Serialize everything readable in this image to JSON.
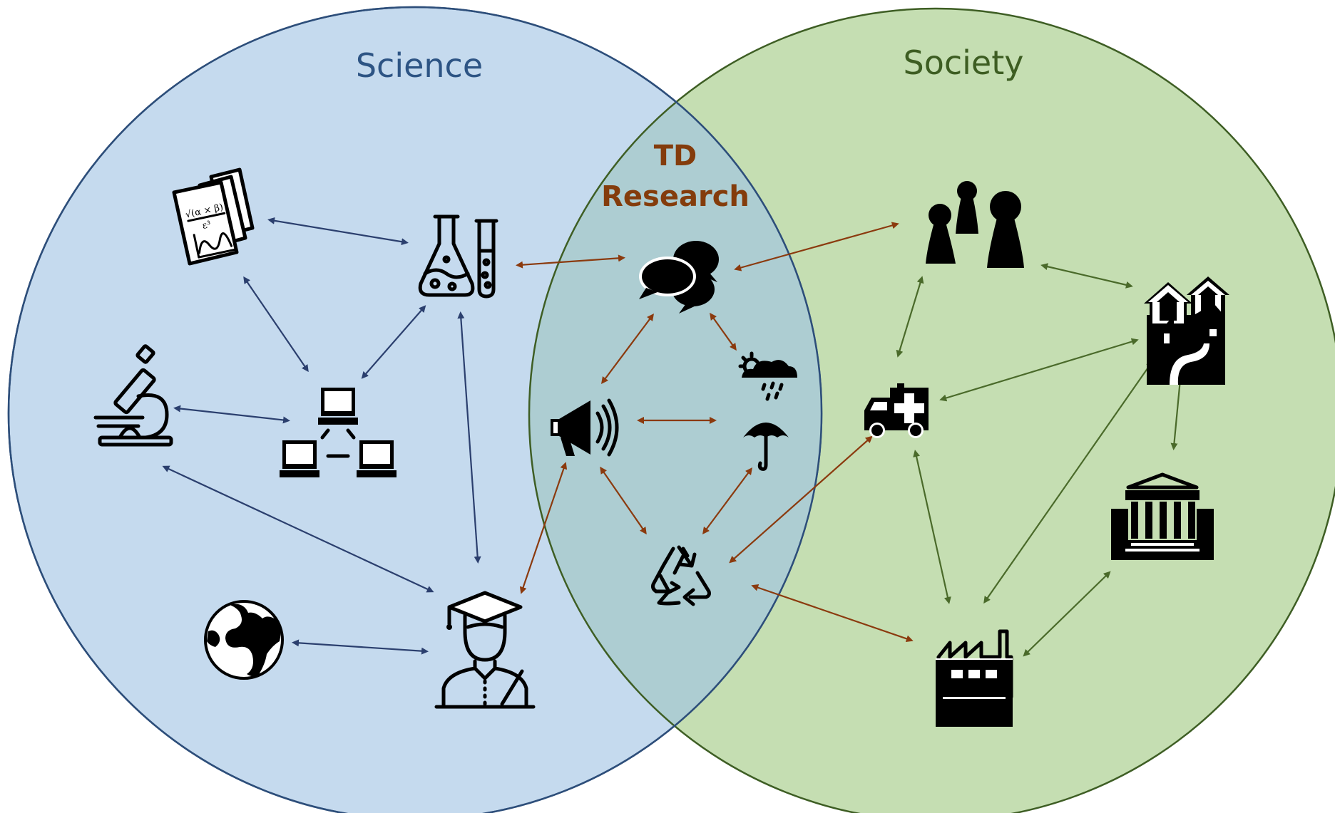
{
  "labels": {
    "science": "Science",
    "society": "Society",
    "td_line1": "TD",
    "td_line2": "Research"
  },
  "colors": {
    "science_fill": "#c5daee",
    "science_stroke": "#2d4e7a",
    "society_fill": "#c5deb2",
    "society_stroke": "#3e5e24",
    "overlap_fill": "#adcdd2",
    "science_arrow": "#2b3f6e",
    "society_arrow": "#4a6a2a",
    "td_arrow": "#8b3a0e"
  },
  "icons": {
    "science": [
      "documents-icon",
      "lab-flasks-icon",
      "microscope-icon",
      "computer-network-icon",
      "graduate-icon",
      "globe-icon"
    ],
    "td": [
      "speech-bubbles-icon",
      "megaphone-icon",
      "weather-icon",
      "umbrella-icon",
      "recycle-icon"
    ],
    "society": [
      "people-icon",
      "houses-icon",
      "ambulance-icon",
      "government-building-icon",
      "factory-icon"
    ]
  },
  "documents_formula": {
    "numerator": "√(α × β)",
    "denominator": "ε³"
  }
}
